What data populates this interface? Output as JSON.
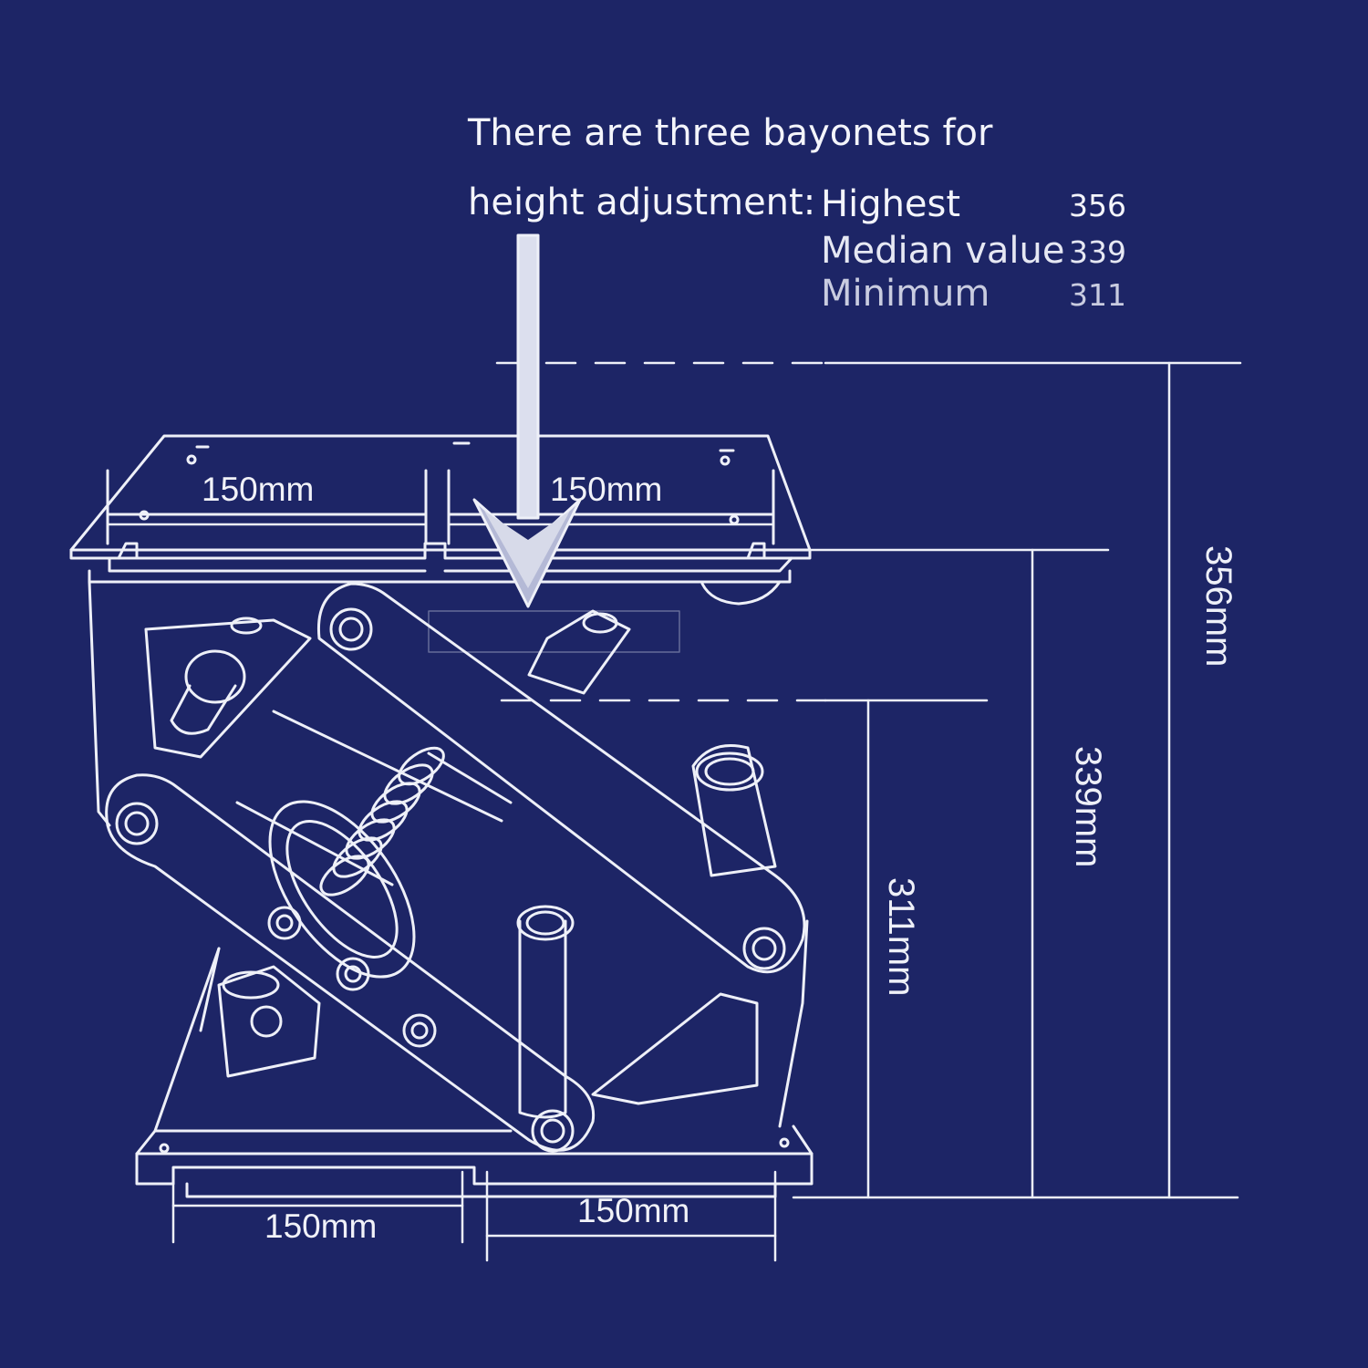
{
  "intro": {
    "line1": "There are three bayonets for",
    "line2": "height adjustment:"
  },
  "levels": [
    {
      "label": "Highest",
      "value": "356"
    },
    {
      "label": "Median value",
      "value": "339"
    },
    {
      "label": "Minimum",
      "value": "311"
    }
  ],
  "width_dimensions": {
    "top_left": "150mm",
    "top_right": "150mm",
    "bottom_left": "150mm",
    "bottom_right": "150mm"
  },
  "height_dimensions": {
    "highest": "356mm",
    "median": "339mm",
    "minimum": "311mm"
  },
  "colors": {
    "background": "#1d2566",
    "line": "#eef0f8",
    "arrow": "#d7dae9"
  }
}
